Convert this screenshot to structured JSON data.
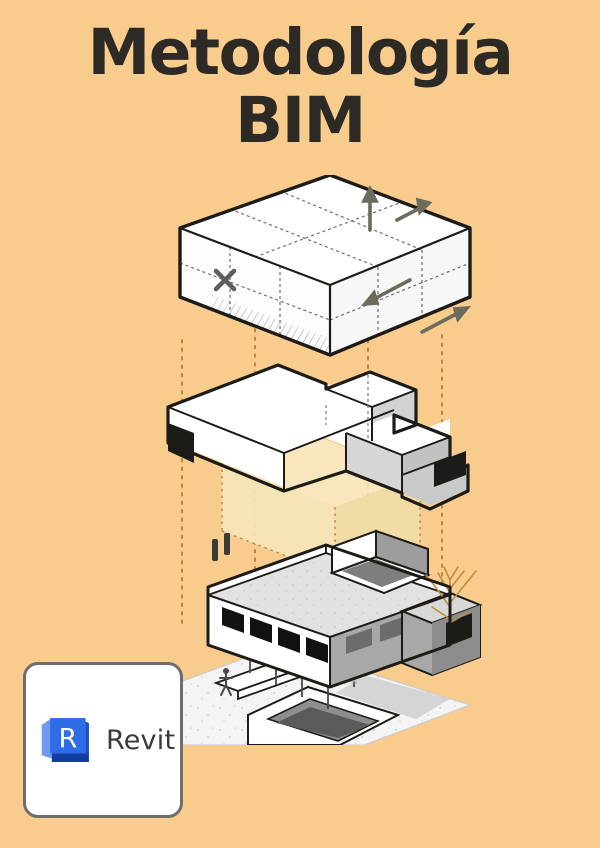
{
  "poster": {
    "background_color": "#f8cc8c",
    "title": {
      "line1": "Metodología",
      "line2": "BIM",
      "color": "#2d2a26"
    }
  },
  "illustration": {
    "name": "exploded-axonometric-building-diagram",
    "style": "architectural line drawing, exploded isometric",
    "layers": [
      {
        "id": "volume-envelope",
        "label": "Volumen envolvente",
        "description": "Caja isométrica blanca con retícula punteada, marca X y flechas de ejes",
        "fill": "#ffffff",
        "stroke": "#1d1b18",
        "markers": [
          "x-mark",
          "axis-arrow-up",
          "axis-arrow-right",
          "axis-arrow-left",
          "axis-arrow-down",
          "hatch-shading"
        ]
      },
      {
        "id": "volume-massing",
        "label": "Volumetría",
        "description": "Masa blanca y gris en forma de L con extensión inferior translúcida en crema",
        "fill": "#ffffff",
        "fill_secondary": "#c9c9c9",
        "fill_translucent": "#f5e4b8",
        "stroke": "#1d1b18"
      },
      {
        "id": "building-model",
        "label": "Modelo arquitectónico",
        "description": "Edificio detallado en axonometría con ventanas corridas, terraza, pilotis, rampa, piscina, figura humana y árbol",
        "fill": "#ffffff",
        "fill_secondary": "#a8a8a8",
        "stroke": "#1d1b18",
        "details": [
          "ventanas-corridas",
          "terraza-azotea",
          "pilotis",
          "rampa",
          "piscina",
          "figura-humana",
          "arbol",
          "chimeneas"
        ]
      }
    ],
    "guide_lines": {
      "name": "dotted-alignment-guides",
      "color": "#b8883f",
      "count": 4,
      "style": "dotted vertical"
    }
  },
  "revit_badge": {
    "label": "Revit",
    "logo_name": "revit-logo",
    "logo_letter": "R",
    "colors": {
      "card_background": "#ffffff",
      "card_border": "#6e6e6e",
      "logo_blue": "#2e6ce8",
      "logo_light_blue": "#6d9bf2",
      "logo_dark_blue": "#103d9e",
      "label_color": "#3a3a3a"
    }
  }
}
